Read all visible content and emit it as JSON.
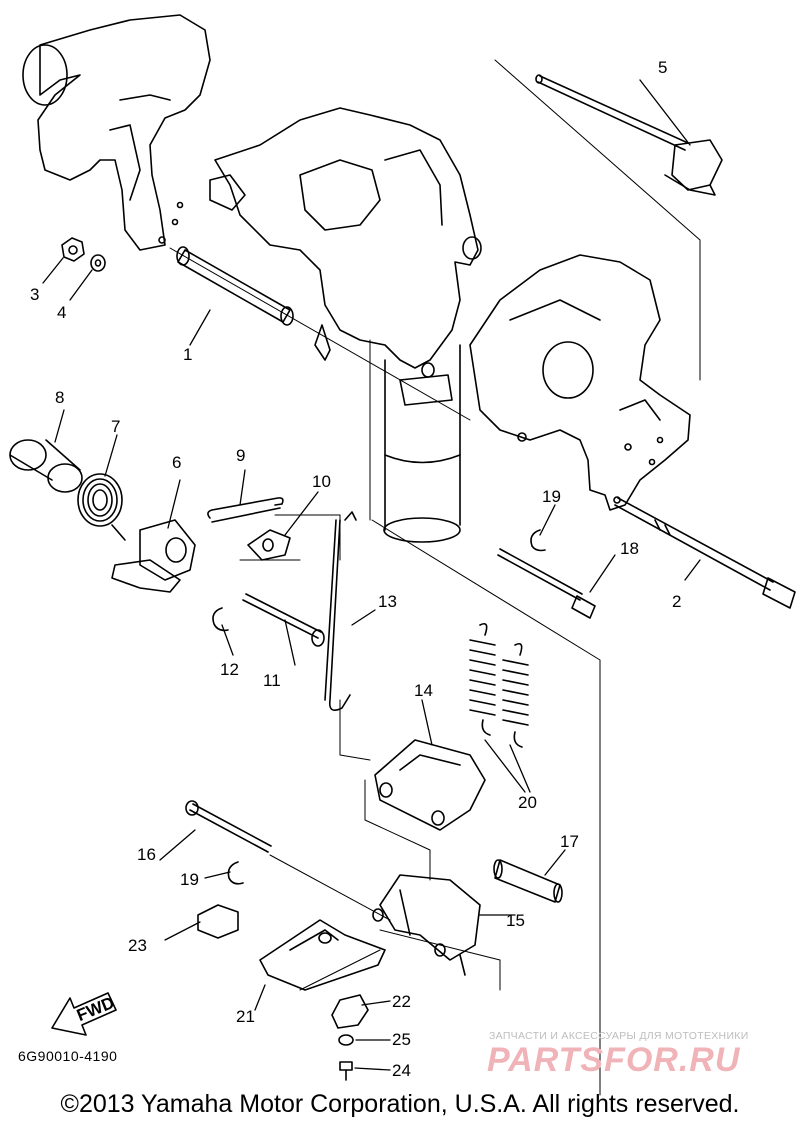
{
  "diagram": {
    "callouts": [
      {
        "id": "1",
        "text": "1"
      },
      {
        "id": "2",
        "text": "2"
      },
      {
        "id": "3",
        "text": "3"
      },
      {
        "id": "4",
        "text": "4"
      },
      {
        "id": "5",
        "text": "5"
      },
      {
        "id": "6",
        "text": "6"
      },
      {
        "id": "7",
        "text": "7"
      },
      {
        "id": "8",
        "text": "8"
      },
      {
        "id": "9",
        "text": "9"
      },
      {
        "id": "10",
        "text": "10"
      },
      {
        "id": "11",
        "text": "11"
      },
      {
        "id": "12",
        "text": "12"
      },
      {
        "id": "13",
        "text": "13"
      },
      {
        "id": "14",
        "text": "14"
      },
      {
        "id": "15",
        "text": "15"
      },
      {
        "id": "16",
        "text": "16"
      },
      {
        "id": "17",
        "text": "17"
      },
      {
        "id": "18",
        "text": "18"
      },
      {
        "id": "19a",
        "text": "19"
      },
      {
        "id": "19b",
        "text": "19"
      },
      {
        "id": "20",
        "text": "20"
      },
      {
        "id": "21",
        "text": "21"
      },
      {
        "id": "22",
        "text": "22"
      },
      {
        "id": "23",
        "text": "23"
      },
      {
        "id": "24",
        "text": "24"
      },
      {
        "id": "25",
        "text": "25"
      }
    ],
    "fwd_label": "FWD",
    "drawing_code": "6G90010-4190",
    "copyright": "©2013 Yamaha Motor Corporation, U.S.A. All rights reserved."
  },
  "watermark": {
    "tagline": "ЗАПЧАСТИ И АКСЕССУАРЫ ДЛЯ МОТОТЕХНИКИ",
    "logo": "PARTSFOR.RU",
    "color": "#efb3b8"
  }
}
